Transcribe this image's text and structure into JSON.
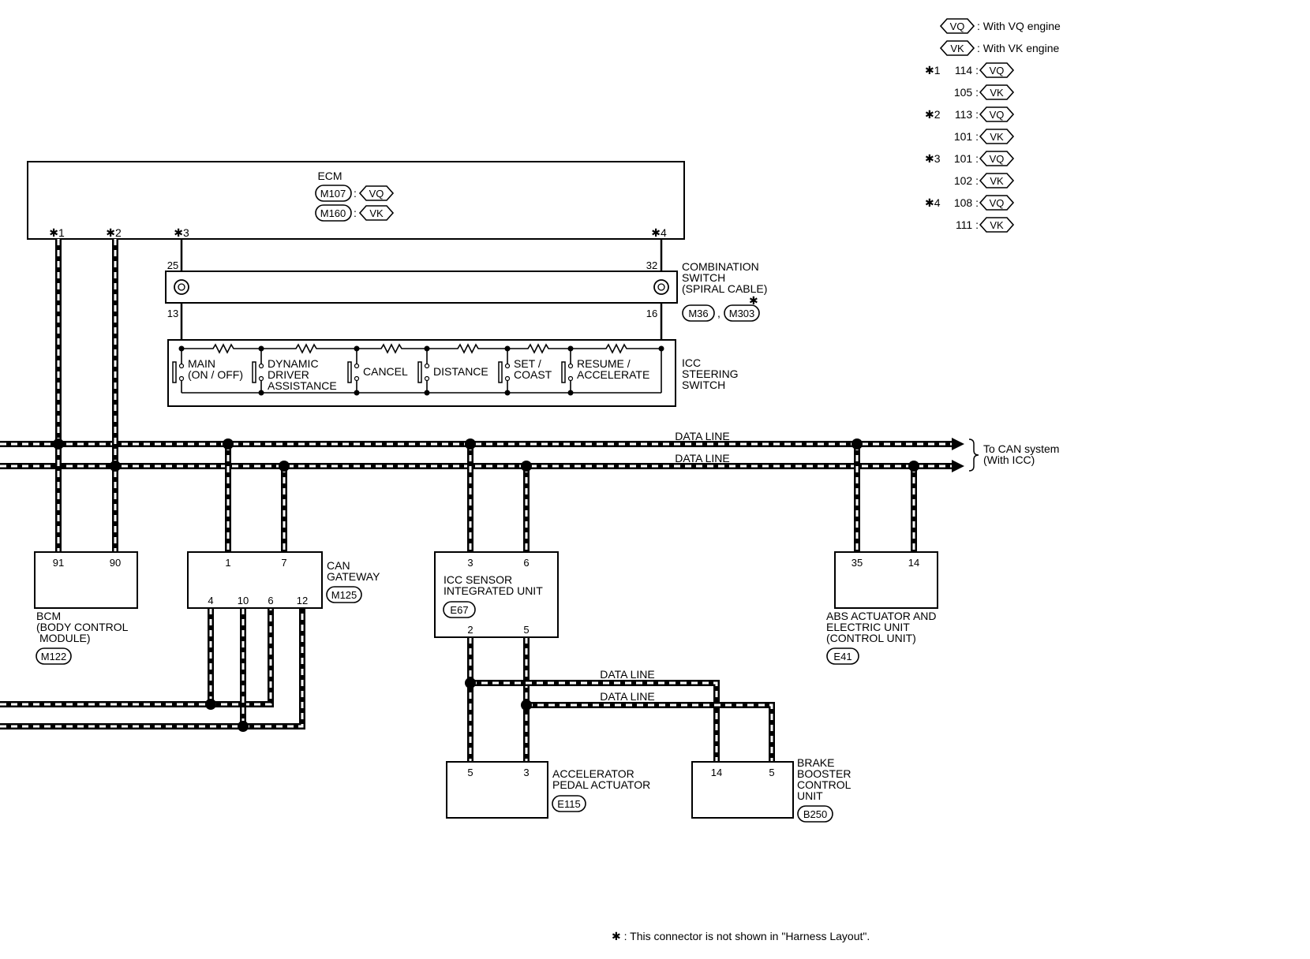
{
  "legend": {
    "engines": [
      {
        "code": "VQ",
        "text": ": With VQ engine"
      },
      {
        "code": "VK",
        "text": ": With VK engine"
      }
    ],
    "notes": [
      {
        "mark": "✱1",
        "rows": [
          {
            "pin": "114 :",
            "code": "VQ"
          },
          {
            "pin": "105 :",
            "code": "VK"
          }
        ]
      },
      {
        "mark": "✱2",
        "rows": [
          {
            "pin": "113 :",
            "code": "VQ"
          },
          {
            "pin": "101 :",
            "code": "VK"
          }
        ]
      },
      {
        "mark": "✱3",
        "rows": [
          {
            "pin": "101 :",
            "code": "VQ"
          },
          {
            "pin": "102 :",
            "code": "VK"
          }
        ]
      },
      {
        "mark": "✱4",
        "rows": [
          {
            "pin": "108 :",
            "code": "VQ"
          },
          {
            "pin": "111 :",
            "code": "VK"
          }
        ]
      }
    ]
  },
  "ecm": {
    "title": "ECM",
    "connectors": [
      {
        "id": "M107",
        "code": "VQ"
      },
      {
        "id": "M160",
        "code": "VK"
      }
    ],
    "terminals": [
      "✱1",
      "✱2",
      "✱3",
      "✱4"
    ]
  },
  "combination_switch": {
    "lines": [
      "COMBINATION",
      "SWITCH",
      "(SPIRAL CABLE)"
    ],
    "star": "✱",
    "connectors": [
      "M36",
      "M303"
    ],
    "pins": {
      "top_left": "25",
      "top_right": "32",
      "bottom_left": "13",
      "bottom_right": "16"
    }
  },
  "icc_switch": {
    "lines": [
      "ICC",
      "STEERING",
      "SWITCH"
    ],
    "buttons": [
      {
        "lines": [
          "MAIN",
          "(ON / OFF)"
        ]
      },
      {
        "lines": [
          "DYNAMIC",
          "DRIVER",
          "ASSISTANCE"
        ]
      },
      {
        "lines": [
          "CANCEL"
        ]
      },
      {
        "lines": [
          "DISTANCE"
        ]
      },
      {
        "lines": [
          "SET /",
          "COAST"
        ]
      },
      {
        "lines": [
          "RESUME /",
          "ACCELERATE"
        ]
      }
    ]
  },
  "data_lines": {
    "label": "DATA LINE",
    "to_can": [
      "To CAN system",
      "(With ICC)"
    ]
  },
  "bcm": {
    "pins": [
      "91",
      "90"
    ],
    "lines": [
      "BCM",
      "(BODY CONTROL",
      "MODULE)"
    ],
    "connector": "M122"
  },
  "can_gateway": {
    "top_pins": [
      "1",
      "7"
    ],
    "bottom_pins": [
      "4",
      "10",
      "6",
      "12"
    ],
    "lines": [
      "CAN",
      "GATEWAY"
    ],
    "connector": "M125"
  },
  "icc_sensor": {
    "top_pins": [
      "3",
      "6"
    ],
    "bottom_pins": [
      "2",
      "5"
    ],
    "lines": [
      "ICC SENSOR",
      "INTEGRATED UNIT"
    ],
    "connector": "E67"
  },
  "abs": {
    "pins": [
      "35",
      "14"
    ],
    "lines": [
      "ABS ACTUATOR AND",
      "ELECTRIC UNIT",
      "(CONTROL UNIT)"
    ],
    "connector": "E41"
  },
  "accel": {
    "pins": [
      "5",
      "3"
    ],
    "lines": [
      "ACCELERATOR",
      "PEDAL ACTUATOR"
    ],
    "connector": "E115"
  },
  "brake": {
    "pins": [
      "14",
      "5"
    ],
    "lines": [
      "BRAKE",
      "BOOSTER",
      "CONTROL",
      "UNIT"
    ],
    "connector": "B250"
  },
  "footnote": "✱ : This connector is not shown in \"Harness Layout\"."
}
